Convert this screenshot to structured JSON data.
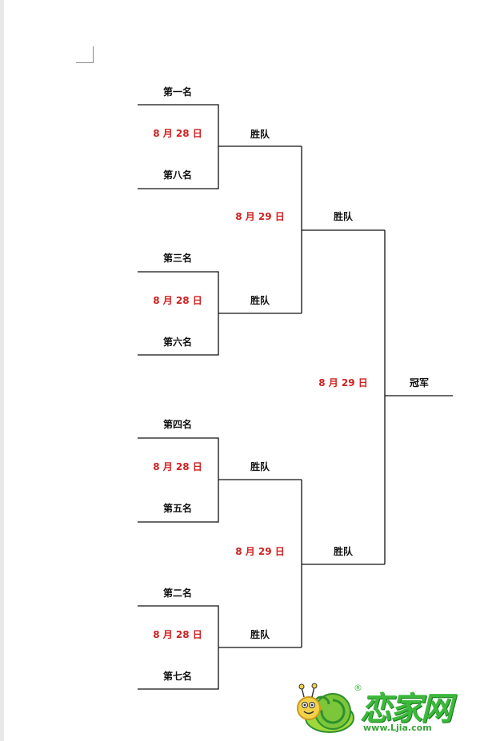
{
  "bracket": {
    "round1": [
      {
        "team_top": "第一名",
        "date": "8 月 28 日",
        "team_bottom": "第八名",
        "winner": "胜队"
      },
      {
        "team_top": "第三名",
        "date": "8 月 28 日",
        "team_bottom": "第六名",
        "winner": "胜队"
      },
      {
        "team_top": "第四名",
        "date": "8 月 28 日",
        "team_bottom": "第五名",
        "winner": "胜队"
      },
      {
        "team_top": "第二名",
        "date": "8 月 28 日",
        "team_bottom": "第七名",
        "winner": "胜队"
      }
    ],
    "round2": [
      {
        "date": "8 月 29 日",
        "winner": "胜队"
      },
      {
        "date": "8 月 29 日",
        "winner": "胜队"
      }
    ],
    "final": {
      "date": "8 月 29 日",
      "winner": "冠军"
    }
  },
  "colors": {
    "line": "#111111",
    "date": "#d02020",
    "logo": "#3cb83c"
  },
  "logo": {
    "name": "恋家网",
    "url": "www.Ljia.com",
    "reg": "®"
  }
}
